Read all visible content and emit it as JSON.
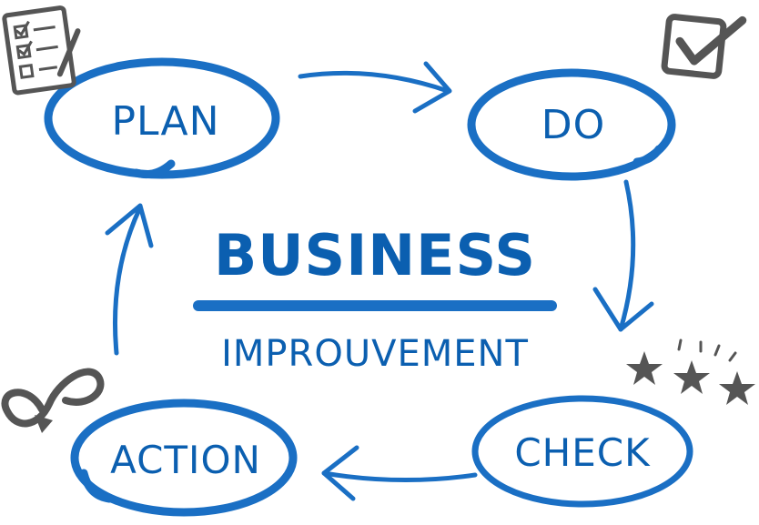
{
  "colors": {
    "primary": "#1a6fc4",
    "text": "#0b5fb0",
    "icon": "#555555",
    "background": "#ffffff"
  },
  "stages": {
    "plan": "PLAN",
    "do": "DO",
    "check": "CHECK",
    "action": "ACTION"
  },
  "center": {
    "title": "BUSINESS",
    "subtitle": "IMPROUVEMENT"
  },
  "icons": {
    "plan": "checklist-icon",
    "do": "checkbox-tick-icon",
    "check": "three-stars-icon",
    "action": "infinity-loop-icon"
  }
}
